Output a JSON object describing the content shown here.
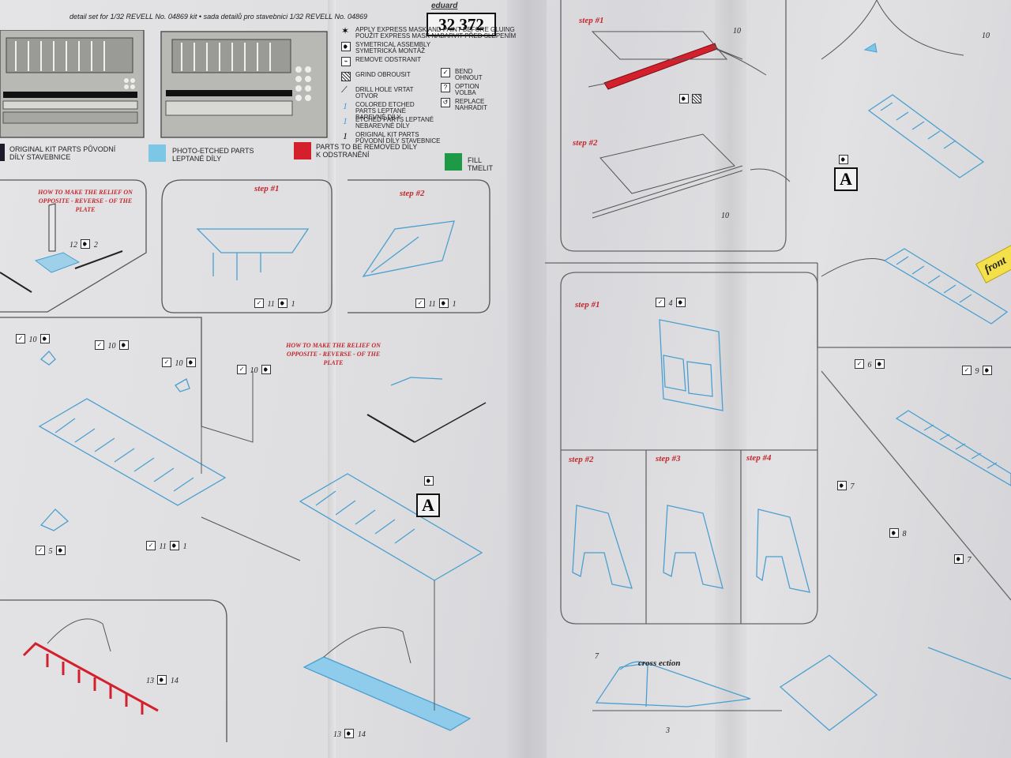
{
  "header": {
    "subtitle": "detail set for 1/32  REVELL  No. 04869 kit • sada detailů pro stavebnici 1/32  REVELL  No. 04869",
    "set_number": "32 372",
    "brand": "eduard"
  },
  "instructions_legend": [
    {
      "icon": "star-icon",
      "text": "APPLY EXPRESS MASK AND PAINT BEFORE GLUING POUŽIT EXPRESS MASK NABARVIT PŘED SLEPENÍM"
    },
    {
      "icon": "symmetry-icon",
      "text": "SYMETRICAL ASSEMBLY SYMETRICKÁ MONTÁŽ"
    },
    {
      "icon": "remove-icon",
      "text": "REMOVE ODSTRANIT"
    },
    {
      "icon": "grind-icon",
      "text": "GRIND OBROUSIT"
    },
    {
      "icon": "drill-icon",
      "text": "DRILL HOLE VRTAT OTVOR"
    },
    {
      "icon": "colored-part-icon",
      "text": "COLORED ETCHED PARTS LEPTANÉ BAREVNÉ DÍLY"
    },
    {
      "icon": "etched-part-icon",
      "text": "ETCHED PARTS LEPTANÉ NEBAREVNÉ DÍLY"
    },
    {
      "icon": "kit-part-icon",
      "text": "ORIGINAL KIT PARTS PŮVODNÍ DÍLY STAVEBNICE"
    }
  ],
  "instructions_legend_right": [
    {
      "icon": "bend-icon",
      "text": "BEND OHNOUT"
    },
    {
      "icon": "option-icon",
      "text": "OPTION VOLBA"
    },
    {
      "icon": "replace-icon",
      "text": "REPLACE NAHRADIT"
    }
  ],
  "color_legend": [
    {
      "label": "ORIGINAL KIT PARTS PŮVODNÍ DÍLY STAVEBNICE",
      "color": "#1b1b2a"
    },
    {
      "label": "PHOTO-ETCHED PARTS LEPTANÉ DÍLY",
      "color": "#7cc6e6"
    },
    {
      "label": "PARTS TO BE REMOVED DÍLY K ODSTRANĚNÍ",
      "color": "#d4202c"
    },
    {
      "label": "FILL TMELIT",
      "color": "#1e9a46"
    }
  ],
  "relief_note": "HOW TO MAKE THE RELIEF ON OPPOSITE - REVERSE - OF THE PLATE",
  "steps": {
    "step1": "step #1",
    "step2": "step #2",
    "step3": "step #3",
    "step4": "step #4"
  },
  "callouts": {
    "n12": "12",
    "n2": "2",
    "n11": "11",
    "n1": "1",
    "n10": "10",
    "n5": "5",
    "n13": "13",
    "n14": "14",
    "n4": "4",
    "n6": "6",
    "n9": "9",
    "n7": "7",
    "n8": "8",
    "n3": "3"
  },
  "marker_A": "A",
  "cross_section": "cross ection",
  "front_tag": "front",
  "colors": {
    "etched_blue": "#6fb6dc",
    "remove_red": "#d4202c",
    "note_red": "#c2282e",
    "line": "#444444"
  }
}
